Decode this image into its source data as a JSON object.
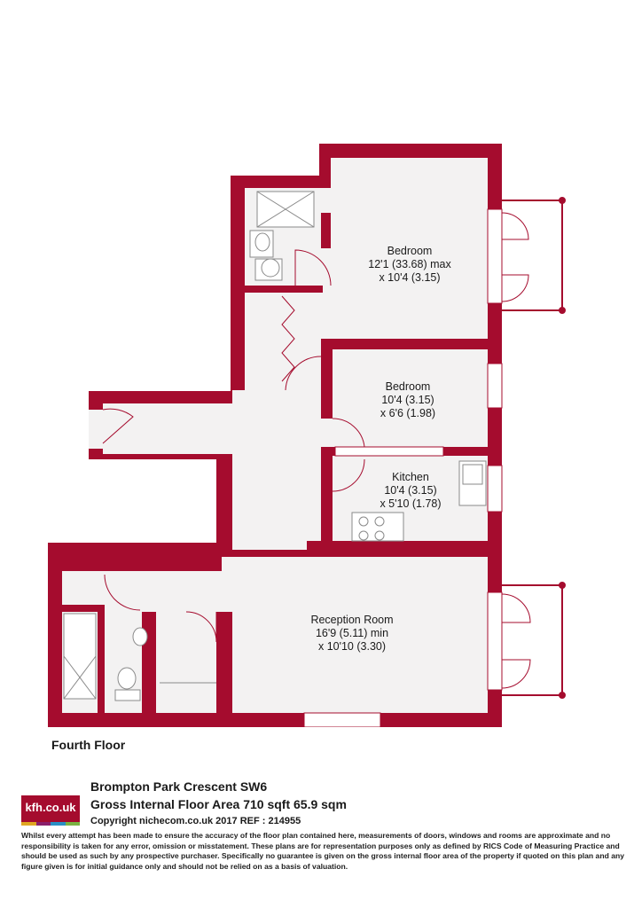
{
  "colors": {
    "wall": "#a50c2e",
    "floor": "#f3f2f2",
    "fixture": "#8a8a8a",
    "logo_stripes": [
      "#e0a722",
      "#8a1f6b",
      "#2a8fc4",
      "#7ab342"
    ]
  },
  "rooms": [
    {
      "name": "Bedroom",
      "dim1": "12'1 (33.68) max",
      "dim2": "x 10'4 (3.15)"
    },
    {
      "name": "Bedroom",
      "dim1": "10'4 (3.15)",
      "dim2": "x 6'6 (1.98)"
    },
    {
      "name": "Kitchen",
      "dim1": "10'4 (3.15)",
      "dim2": "x 5'10 (1.78)"
    },
    {
      "name": "Reception Room",
      "dim1": "16'9 (5.11) min",
      "dim2": "x 10'10 (3.30)"
    }
  ],
  "floor_label": "Fourth Floor",
  "logo": {
    "text": "kfh.co.uk"
  },
  "footer": {
    "property": "Brompton Park Crescent  SW6",
    "gia": "Gross Internal Floor Area 710 sqft 65.9 sqm",
    "copyright": "Copyright nichecom.co.uk 2017 REF : 214955",
    "disclaimer": "Whilst every attempt has been made to ensure the accuracy of the floor plan contained here, measurements of doors, windows and rooms are approximate and no responsibility is taken for any error, omission or misstatement.  These plans are for representation purposes only as defined by RICS Code of Measuring Practice and should be used as such by any prospective purchaser.  Specifically no guarantee is given on the gross internal floor area of the property if quoted on this plan and any figure given is for initial guidance only and should not be relied on as a basis of valuation."
  }
}
